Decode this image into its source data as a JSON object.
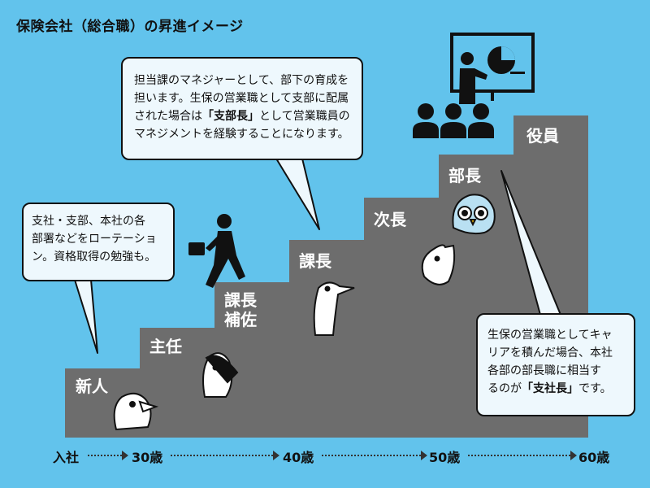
{
  "title": "保険会社（総合職）の昇進イメージ",
  "steps": [
    {
      "label": "新人"
    },
    {
      "label": "主任"
    },
    {
      "label": "課長\n補佐"
    },
    {
      "label": "課長"
    },
    {
      "label": "次長"
    },
    {
      "label": "部長"
    },
    {
      "label": "役員"
    }
  ],
  "bubbles": {
    "left": {
      "line1": "支社・支部、本社の各",
      "line2": "部署などをローテーショ",
      "line3": "ン。資格取得の勉強も。"
    },
    "top": {
      "line1": "担当課のマネジャーとして、部下の育成を",
      "line2": "担います。生保の営業職として支部に配属",
      "line3a": "された場合は",
      "line3b": "「支部長」",
      "line3c": "として営業職員の",
      "line4": "マネジメントを経験することになります。"
    },
    "right": {
      "line1": "生保の営業職としてキャ",
      "line2": "リアを積んだ場合、本社",
      "line3": "各部の部長職に相当す",
      "line4a": "るのが",
      "line4b": "「支社長」",
      "line4c": "です。"
    }
  },
  "timeline": [
    "入社",
    "30歳",
    "40歳",
    "50歳",
    "60歳"
  ],
  "colors": {
    "background": "#62c3ec",
    "stairs": "#6d6d6d",
    "bubble_fill": "#eef8fd"
  },
  "icons": [
    "walking-businessman-icon",
    "presenter-with-audience-icon",
    "bird-character-icons"
  ]
}
